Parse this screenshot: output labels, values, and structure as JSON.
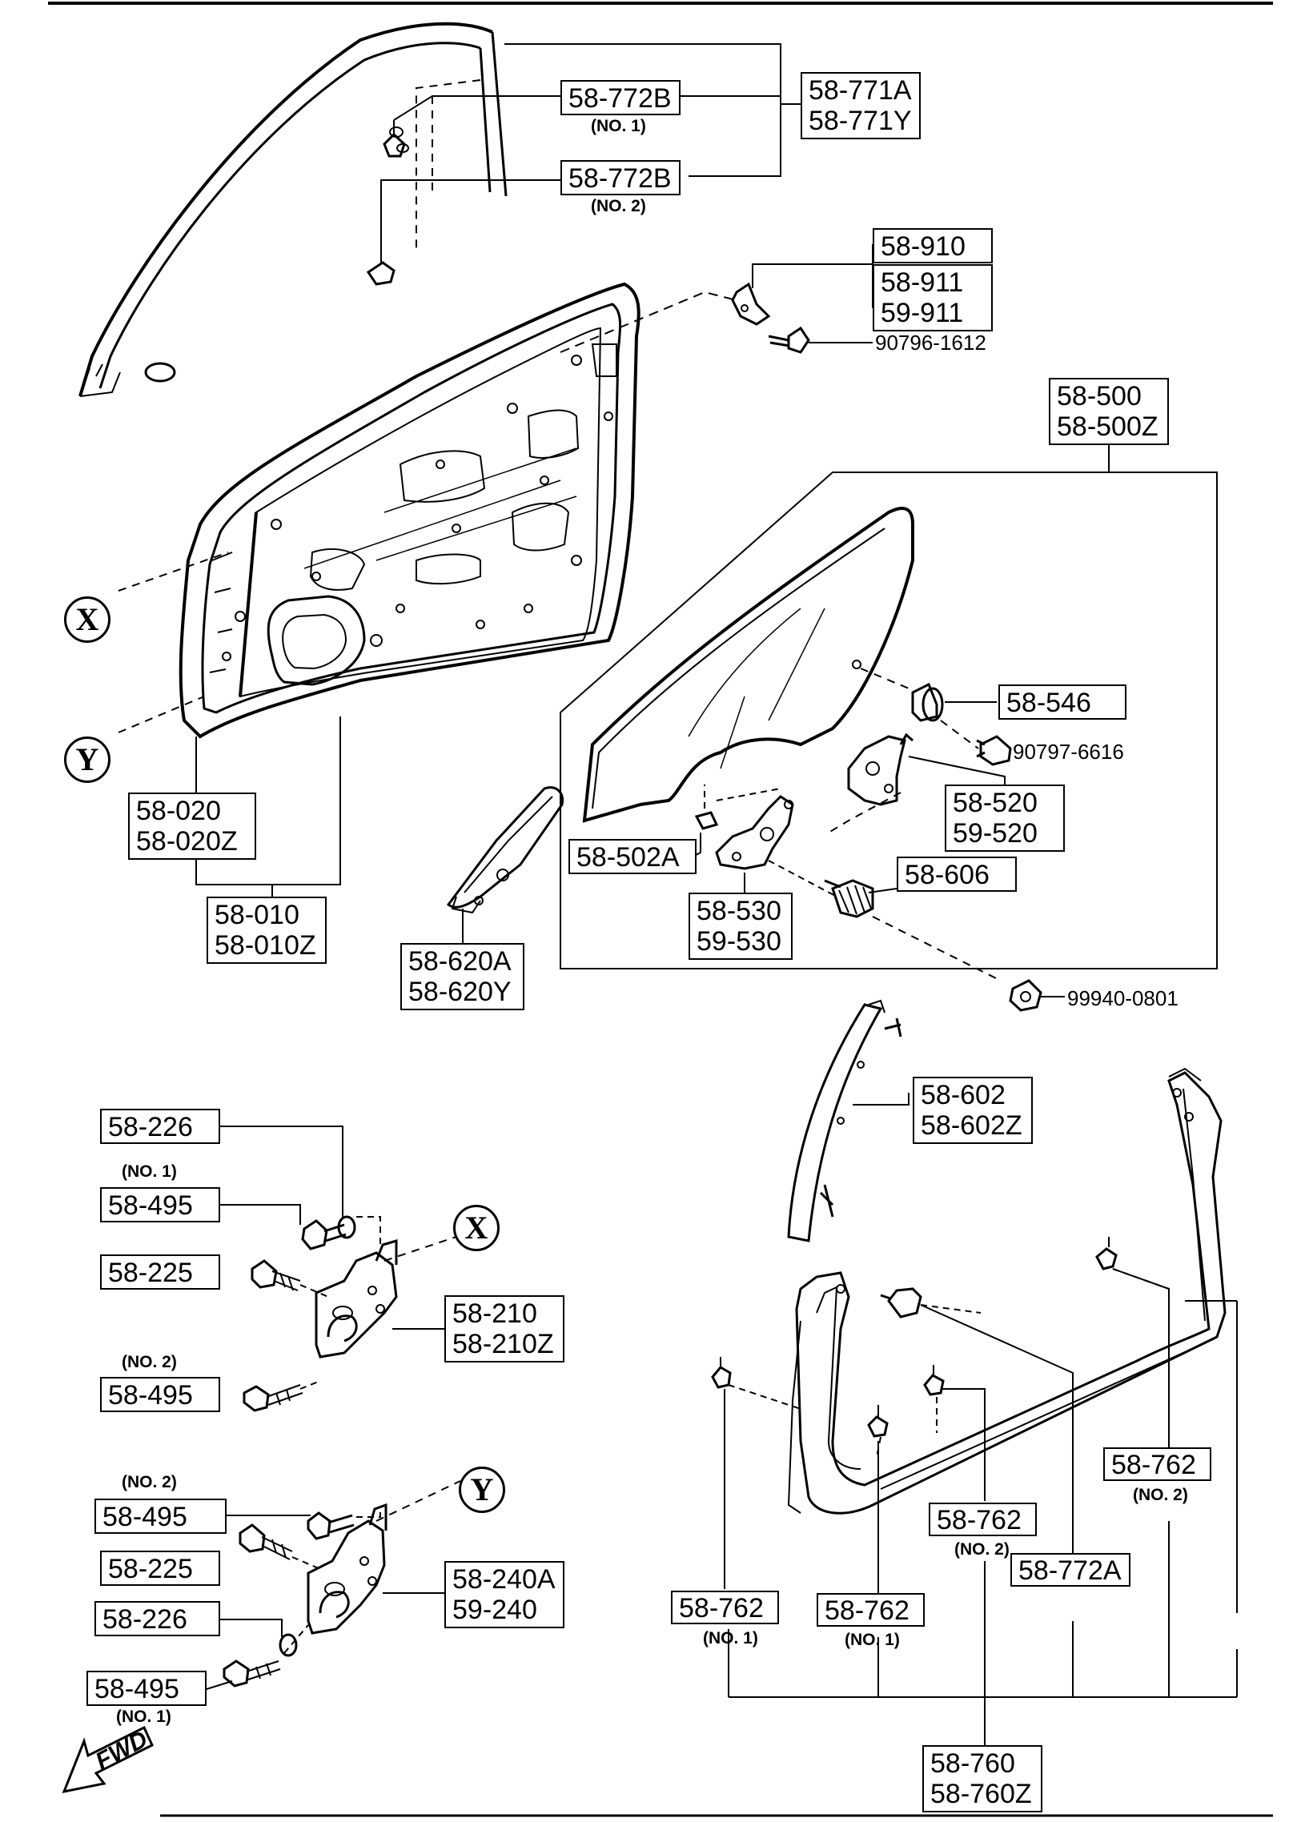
{
  "labels": {
    "l_58_771": [
      "58-771A",
      "58-771Y"
    ],
    "l_58_772b_1": "58-772B",
    "l_58_772b_1_sub": "(NO. 1)",
    "l_58_772b_2": "58-772B",
    "l_58_772b_2_sub": "(NO. 2)",
    "l_58_910": "58-910",
    "l_58_911": [
      "58-911",
      "59-911"
    ],
    "l_90796": "90796-1612",
    "l_58_500": [
      "58-500",
      "58-500Z"
    ],
    "l_58_546": "58-546",
    "l_90797": "90797-6616",
    "l_58_520": [
      "58-520",
      "59-520"
    ],
    "l_58_502a": "58-502A",
    "l_58_606": "58-606",
    "l_58_530": [
      "58-530",
      "59-530"
    ],
    "l_99940": "99940-0801",
    "l_58_020": [
      "58-020",
      "58-020Z"
    ],
    "l_58_010": [
      "58-010",
      "58-010Z"
    ],
    "l_58_620a": [
      "58-620A",
      "58-620Y"
    ],
    "l_58_226_top": "58-226",
    "l_58_495_top": "58-495",
    "l_58_495_top_sub": "(NO. 1)",
    "l_58_225_top": "58-225",
    "l_58_210": [
      "58-210",
      "58-210Z"
    ],
    "l_58_495_mid": "58-495",
    "l_58_495_mid_sub": "(NO. 2)",
    "l_58_495_low": "58-495",
    "l_58_495_low_sub": "(NO. 2)",
    "l_58_225_low": "58-225",
    "l_58_240a": [
      "58-240A",
      "59-240"
    ],
    "l_58_226_low": "58-226",
    "l_58_495_bot": "58-495",
    "l_58_495_bot_sub": "(NO. 1)",
    "l_58_602": [
      "58-602",
      "58-602Z"
    ],
    "l_58_762_r": "58-762",
    "l_58_762_r_sub": "(NO. 2)",
    "l_58_762_m": "58-762",
    "l_58_762_m_sub": "(NO. 2)",
    "l_58_772a": "58-772A",
    "l_58_762_l": "58-762",
    "l_58_762_l_sub": "(NO. 1)",
    "l_58_762_c": "58-762",
    "l_58_762_c_sub": "(NO. 1)",
    "l_58_760": [
      "58-760",
      "58-760Z"
    ]
  },
  "refs": {
    "x": "X",
    "y": "Y"
  },
  "direction": "FWD"
}
